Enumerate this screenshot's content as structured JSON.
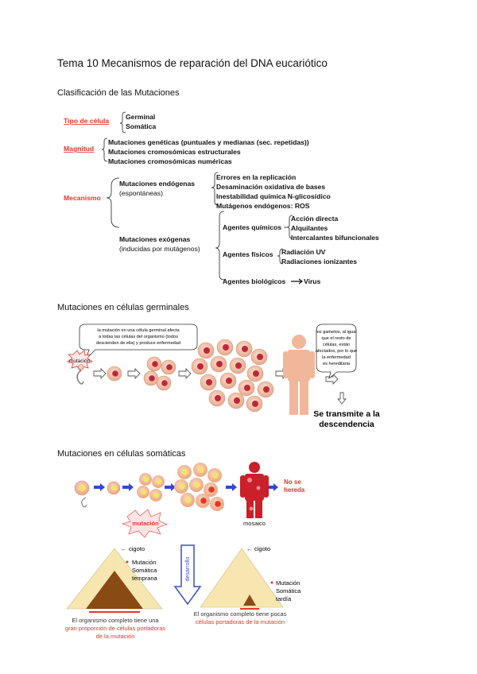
{
  "doc": {
    "title": "Tema 10 Mecanismos de reparación del DNA eucariótico",
    "sections": {
      "clasificacion": "Clasificación de las Mutaciones",
      "germinales": "Mutaciones en células germinales",
      "somaticas": "Mutaciones en células somáticas"
    }
  },
  "clasificacion": {
    "tipo_label": "Tipo de célula",
    "tipo_items": [
      "Germinal",
      "Somática"
    ],
    "magnitud_label": "Magnitud",
    "magnitud_items": [
      "Mutaciones genéticas (puntuales y medianas (sec. repetidas))",
      "Mutaciones cromosómicas estructurales",
      "Mutaciones cromosómicas numéricas"
    ],
    "mecanismo_label": "Mecanismo",
    "endogenas_l1": "Mutaciones endógenas",
    "endogenas_l2": "(espontáneas)",
    "endogenas_items": [
      "Errores en la replicación",
      "Desaminación oxidativa de bases",
      "Inestabilidad química N-glicosídico",
      "Mutágenos endógenos: ROS"
    ],
    "exogenas_l1": "Mutaciones exógenas",
    "exogenas_l2": "(inducidas por mutágenos)",
    "quimicos_label": "Agentes químicos",
    "quimicos_items": [
      "Acción directa",
      "Alquilantes",
      "Intercalantes bifuncionales"
    ],
    "fisicos_label": "Agentes físicos",
    "fisicos_items": [
      "Radiación UV",
      "Radiaciones ionizantes"
    ],
    "biologicos_label": "Agentes biológicos",
    "biologicos_item": "Virus"
  },
  "germinal": {
    "bubble1_l1": "la mutación en una célula germinal afecta",
    "bubble1_l2": "a todas las células del organismo (todos",
    "bubble1_l3": "descienden de ella) y produce enfermedad",
    "mutacion_tag": "mutación",
    "bubble2_l1": "los gametos, al igual",
    "bubble2_l2": "que el resto de",
    "bubble2_l3": "células, están",
    "bubble2_l4": "afectados, por lo que",
    "bubble2_l5": "la enfermedad",
    "bubble2_l6": "es hereditaria",
    "result_l1": "Se transmite a la",
    "result_l2": "descendencia"
  },
  "somatica": {
    "mutacion_tag": "mutación",
    "no_se_l1": "No se",
    "no_se_l2": "hereda",
    "mosaico": "mosaico",
    "arrow_label": "desarrollo",
    "cigoto_left": "cigoto",
    "cigoto_right": "cigoto",
    "temprana_l1": "Mutación",
    "temprana_l2": "Somática",
    "temprana_l3": "temprana",
    "tardia_l1": "Mutación",
    "tardia_l2": "Somática",
    "tardia_l3": "tardía",
    "caption_left_l1": "El organismo completo tiene una",
    "caption_left_l2": "gran proporción de células portadoras",
    "caption_left_l3": "de la mutación",
    "caption_right_l1": "El organismo completo tiene pocas",
    "caption_right_l2": "células portadoras de la mutación"
  },
  "colors": {
    "red": "#e8352a",
    "cell_fill": "#f2c3a7",
    "nucleus": "#c0273a",
    "yellow_nucleus": "#f4e36a",
    "blue_arrow": "#3a4fcf",
    "triangle_fill": "#f7e6b0",
    "triangle_inner": "#8a4a14",
    "person": "#f0b79a"
  }
}
